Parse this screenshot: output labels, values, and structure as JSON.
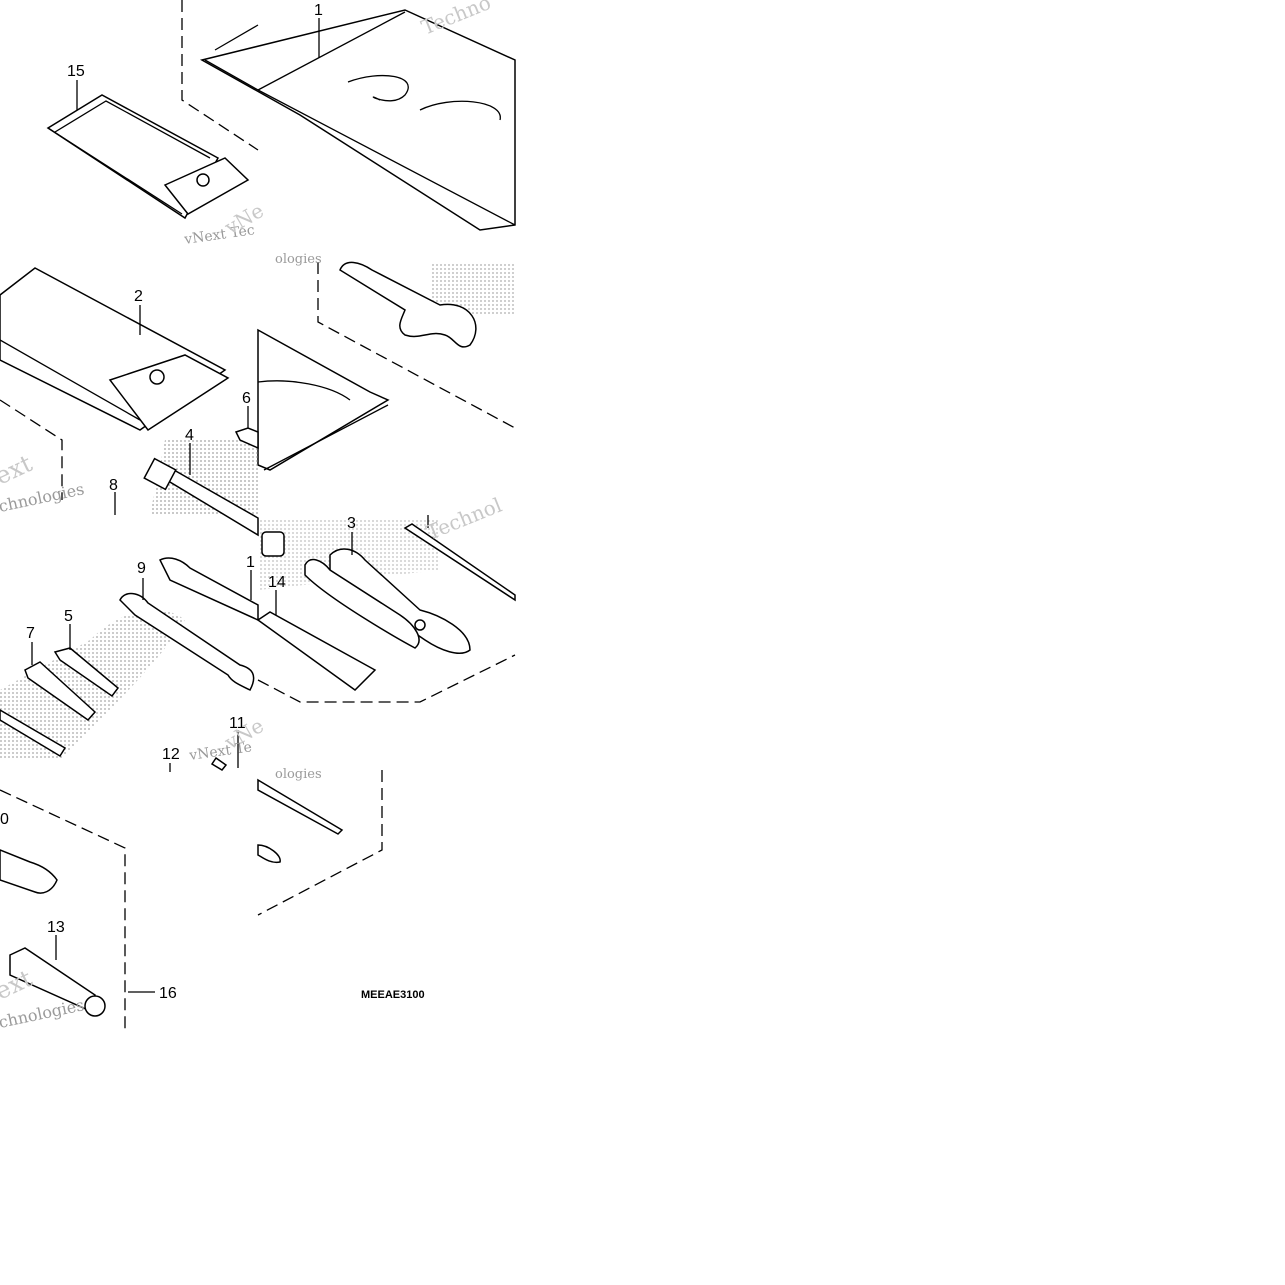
{
  "callouts": {
    "c1": "1",
    "c2": "2",
    "c3": "3",
    "c4": "4",
    "c5": "5",
    "c6": "6",
    "c7": "7",
    "c8": "8",
    "c9": "9",
    "c10": "0",
    "c11": "11",
    "c12": "12",
    "c13": "13",
    "c14": "14",
    "c15": "15",
    "c16": "16",
    "c17": "1"
  },
  "drawing_code": "MEEAE3100",
  "watermarks": {
    "w1": "Techno",
    "w2": "vNext Tec",
    "w3": "ologies",
    "w4": "ext",
    "w5": "chnologies",
    "w6": "Technol",
    "w7": "vNext Te",
    "w8": "ologies",
    "w9": "ext",
    "w10": "chnologies",
    "w11": "vNe",
    "w12": "vNe"
  },
  "colors": {
    "line": "#000000",
    "background": "#ffffff",
    "watermark": "#9a9a9a"
  }
}
